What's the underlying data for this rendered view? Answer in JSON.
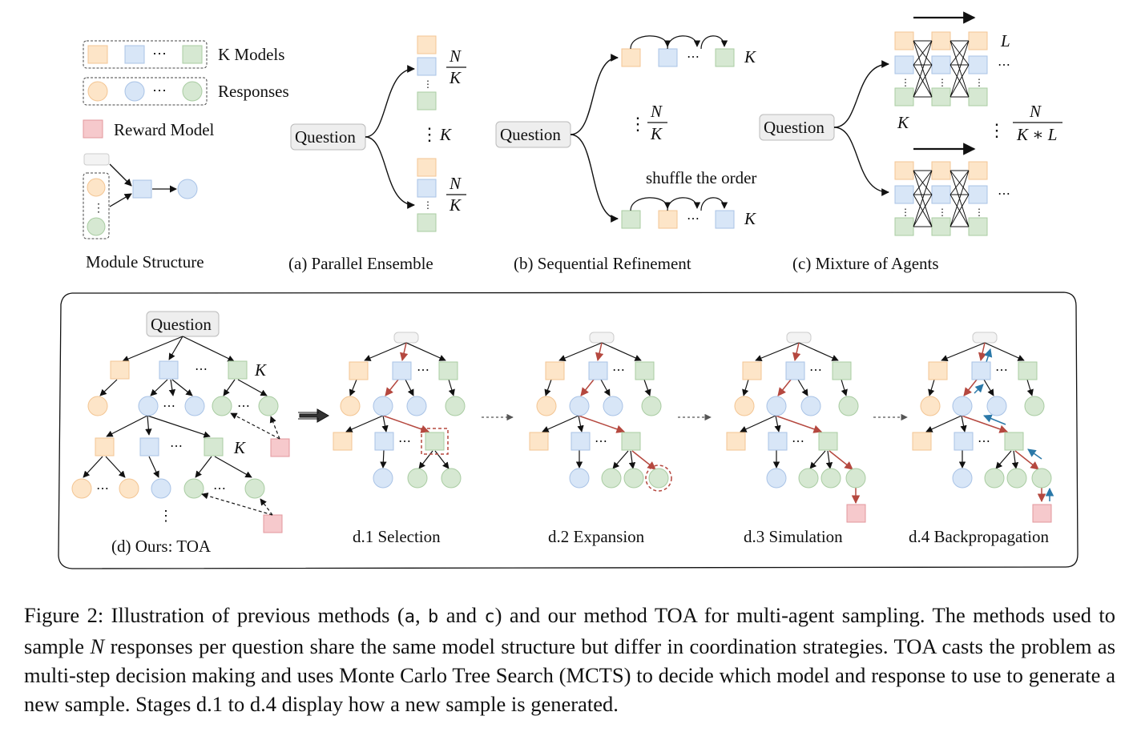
{
  "legend": {
    "k_models": "K Models",
    "responses": "Responses",
    "reward_model": "Reward Model",
    "module_structure": "Module Structure"
  },
  "panels": {
    "a": "(a) Parallel Ensemble",
    "b": "(b) Sequential Refinement",
    "c": "(c) Mixture of Agents",
    "d": "(d) Ours: TOA"
  },
  "stages": {
    "d1": "d.1 Selection",
    "d2": "d.2 Expansion",
    "d3": "d.3 Simulation",
    "d4": "d.4 Backpropagation"
  },
  "question": "Question",
  "shuffle": "shuffle the order",
  "math": {
    "K": "K",
    "L": "L",
    "N": "N",
    "KL": "K ∗ L"
  },
  "caption": {
    "prefix": "Figure 2: Illustration of previous methods (",
    "a": "a",
    "sep1": ", ",
    "b": "b",
    "and": " and ",
    "c": "c",
    "mid": ") and our method TOA for multi-agent sampling. The methods used to sample ",
    "N": "N",
    "rest": " responses per question share the same model structure but differ in coordination strategies. TOA casts the problem as multi-step decision making and uses Monte Carlo Tree Search (MCTS) to decide which model and response to use to generate a new sample. Stages d.1 to d.4 display how a new sample is generated."
  },
  "colors": {
    "orange_fill": "#fde5c8",
    "orange_stroke": "#f3c593",
    "blue_fill": "#d8e6f7",
    "blue_stroke": "#a9c3e6",
    "green_fill": "#d6e8d2",
    "green_stroke": "#a9cca2",
    "pink_fill": "#f6c9cc",
    "pink_stroke": "#e3979d",
    "red_arrow": "#b5483f",
    "blue_arrow": "#2a78a8"
  }
}
